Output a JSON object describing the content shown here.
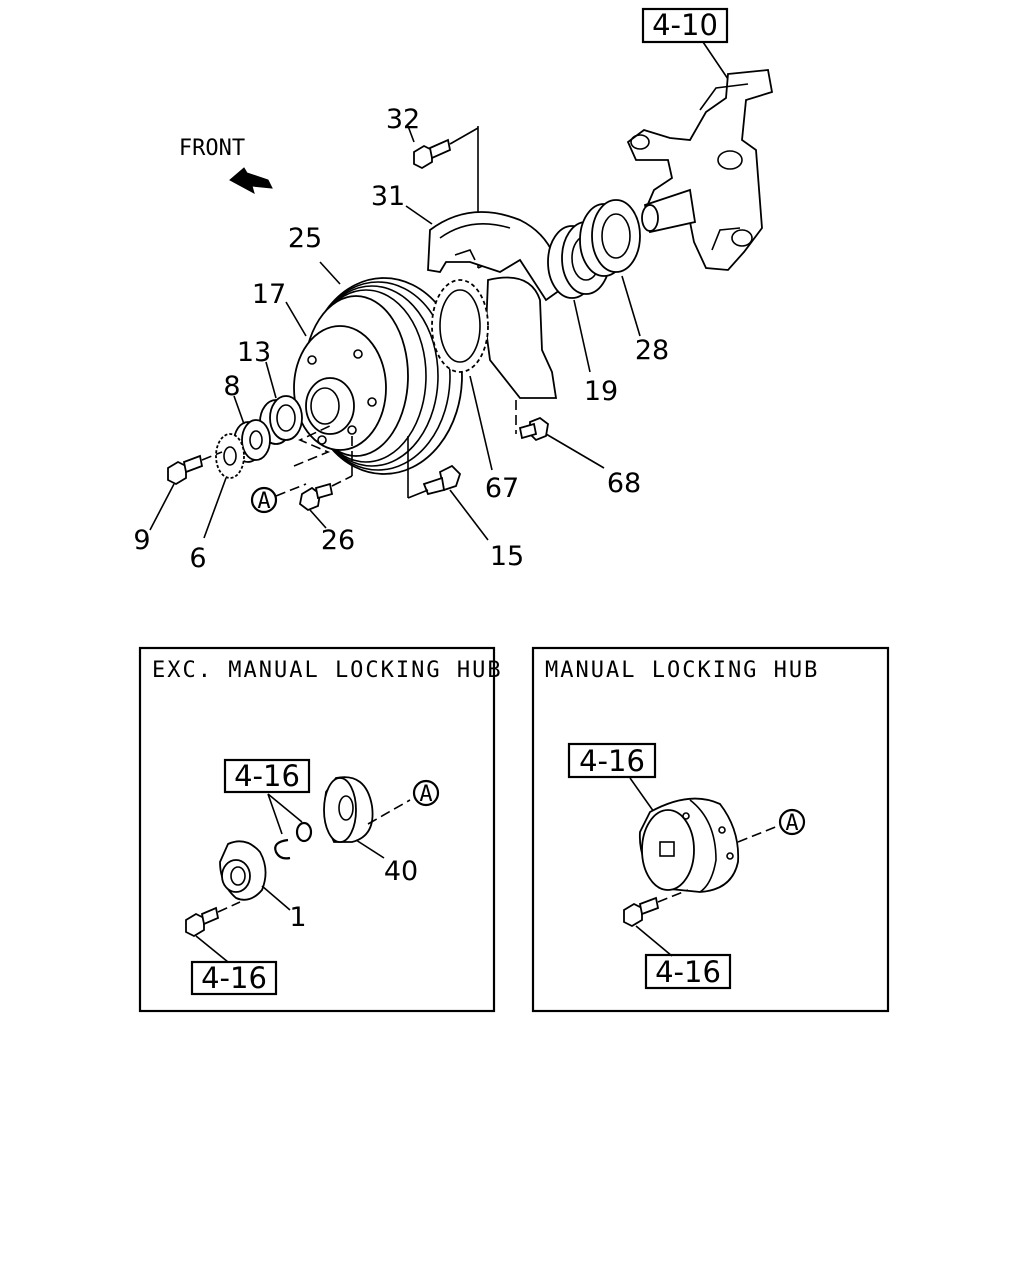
{
  "front_label": "FRONT",
  "refs": {
    "knuckle": "4-10",
    "exc_washer": "4-16",
    "exc_bolt": "4-16",
    "manual_hub": "4-16",
    "manual_bolt": "4-16"
  },
  "parts": {
    "p32": "32",
    "p31": "31",
    "p25": "25",
    "p17": "17",
    "p13": "13",
    "p8": "8",
    "p9": "9",
    "p6": "6",
    "p26": "26",
    "p15": "15",
    "p67": "67",
    "p68": "68",
    "p19": "19",
    "p28": "28",
    "p40": "40",
    "p1": "1"
  },
  "callout": "A",
  "panels": {
    "exc": {
      "title": "EXC. MANUAL LOCKING HUB"
    },
    "manual": {
      "title": "MANUAL LOCKING HUB"
    }
  }
}
